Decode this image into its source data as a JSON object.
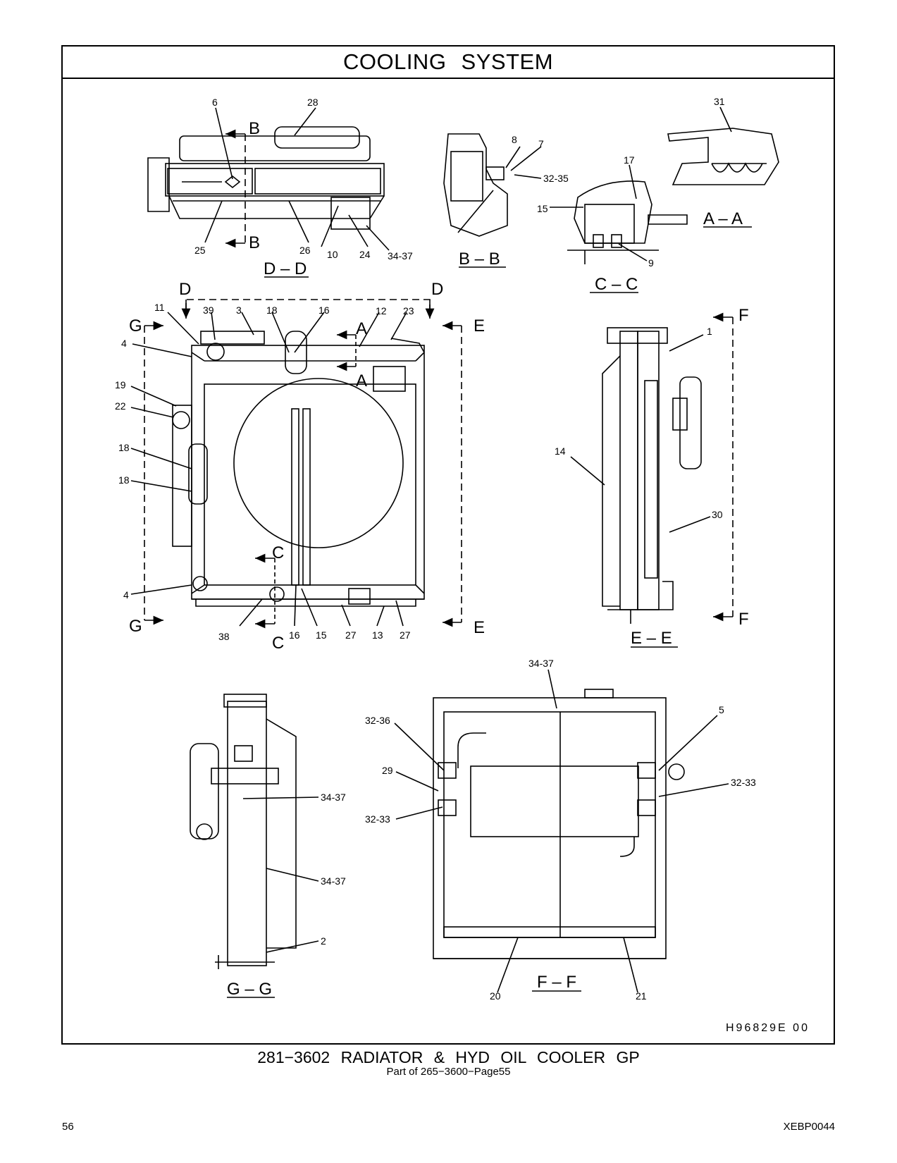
{
  "header": {
    "title": "COOLING   SYSTEM"
  },
  "views": {
    "dd": {
      "name": "D – D",
      "cut": "B",
      "callouts": [
        "6",
        "28",
        "25",
        "26",
        "10",
        "24",
        "34-37"
      ]
    },
    "bb": {
      "name": "B – B",
      "callouts": [
        "8",
        "7",
        "32-35"
      ]
    },
    "aa": {
      "name": "A – A",
      "callouts": [
        "31"
      ]
    },
    "cc": {
      "name": "C – C",
      "callouts": [
        "17",
        "15",
        "9"
      ]
    },
    "main": {
      "cut_d": "D",
      "cut_g": "G",
      "cut_e": "E",
      "cut_a": "A",
      "cut_c": "C",
      "callouts": [
        "11",
        "39",
        "3",
        "18",
        "16",
        "12",
        "23",
        "4",
        "19",
        "22",
        "18",
        "18",
        "4",
        "38",
        "16",
        "15",
        "27",
        "13",
        "27"
      ]
    },
    "ee": {
      "name": "E – E",
      "cut": "F",
      "callouts": [
        "1",
        "14",
        "30"
      ]
    },
    "gg": {
      "name": "G – G",
      "callouts": [
        "34-37",
        "34-37",
        "2"
      ]
    },
    "ff": {
      "name": "F – F",
      "callouts": [
        "34-37",
        "5",
        "32-36",
        "29",
        "32-33",
        "32-33",
        "20",
        "21"
      ]
    }
  },
  "footer": {
    "drawing_code": "H96829E    00",
    "group_title": "281−3602  RADIATOR & HYD OIL COOLER GP",
    "group_subtitle": "Part of 265−3600−Page55",
    "page_number": "56",
    "doc_code": "XEBP0044"
  }
}
